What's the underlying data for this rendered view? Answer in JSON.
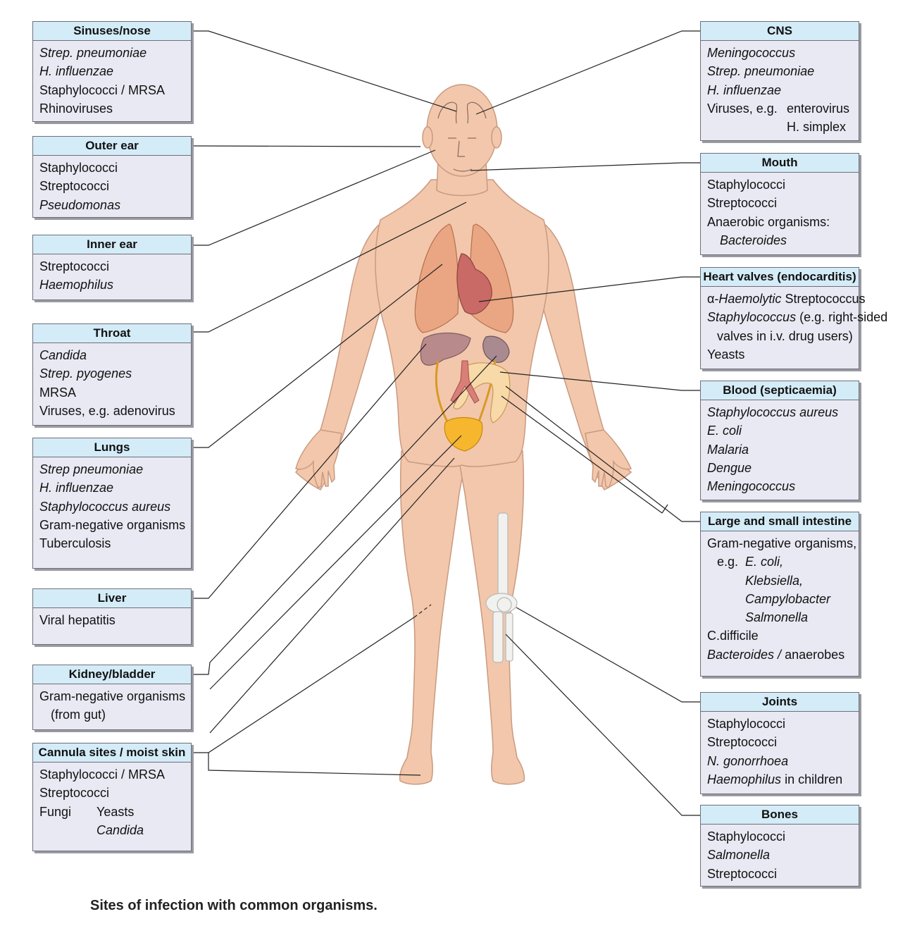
{
  "caption": "Sites of infection with common organisms.",
  "left_boxes": [
    {
      "title": "Sinuses/nose",
      "lines": [
        {
          "t": "Strep. pneumoniae",
          "it": true
        },
        {
          "t": "H. influenzae",
          "it": true
        },
        {
          "t": "Staphylococci / MRSA"
        },
        {
          "t": "Rhinoviruses"
        }
      ]
    },
    {
      "title": "Outer ear",
      "lines": [
        {
          "t": "Staphylococci"
        },
        {
          "t": "Streptococci"
        },
        {
          "t": "Pseudomonas",
          "it": true
        }
      ]
    },
    {
      "title": "Inner ear",
      "lines": [
        {
          "t": "Streptococci"
        },
        {
          "t": "Haemophilus",
          "it": true
        }
      ]
    },
    {
      "title": "Throat",
      "lines": [
        {
          "t": "Candida",
          "it": true
        },
        {
          "t": "Strep. pyogenes",
          "it": true
        },
        {
          "t": "MRSA"
        },
        {
          "t": "Viruses, e.g. adenovirus"
        }
      ]
    },
    {
      "title": "Lungs",
      "lines": [
        {
          "t": "Strep pneumoniae",
          "it": true
        },
        {
          "t": "H. influenzae",
          "it": true
        },
        {
          "t": "Staphylococcus aureus",
          "it": true
        },
        {
          "t": "Gram-negative organisms"
        },
        {
          "t": "Tuberculosis"
        }
      ]
    },
    {
      "title": "Liver",
      "lines": [
        {
          "t": "Viral hepatitis"
        }
      ]
    },
    {
      "title": "Kidney/bladder",
      "lines": [
        {
          "t": "Gram-negative organisms"
        },
        {
          "t": "(from gut)",
          "ind": 16
        }
      ]
    },
    {
      "title": "Cannula sites / moist skin",
      "lines": [
        {
          "t": "Staphylococci / MRSA"
        },
        {
          "t": "Streptococci"
        },
        {
          "t": "Fungi",
          "tab": "Yeasts"
        },
        {
          "t": "Candida",
          "it": true,
          "ind": 81
        }
      ]
    }
  ],
  "right_boxes": [
    {
      "title": "CNS",
      "lines": [
        {
          "t": "Meningococcus",
          "it": true
        },
        {
          "t": "Strep. pneumoniae",
          "it": true
        },
        {
          "t": "H. influenzae",
          "it": true
        },
        {
          "t": "Viruses, e.g.",
          "tab": "enterovirus"
        },
        {
          "t": "H. simplex",
          "ind": 113
        }
      ]
    },
    {
      "title": "Mouth",
      "lines": [
        {
          "t": "Staphylococci"
        },
        {
          "t": "Streptococci"
        },
        {
          "t": "Anaerobic organisms:"
        },
        {
          "t": "Bacteroides",
          "it": true,
          "ind": 18
        }
      ]
    },
    {
      "title": "Heart valves (endocarditis)",
      "lines": [
        {
          "pre": "α-",
          "t": "Haemolytic",
          "it": true,
          "post": " Streptococcus"
        },
        {
          "t": "Staphylococcus",
          "it": true,
          "post": " (e.g. right-sided"
        },
        {
          "t": "valves in i.v. drug users)",
          "ind": 14
        },
        {
          "t": "Yeasts"
        }
      ]
    },
    {
      "title": "Blood (septicaemia)",
      "lines": [
        {
          "t": "Staphylococcus aureus",
          "it": true
        },
        {
          "t": "E. coli",
          "it": true
        },
        {
          "t": "Malaria",
          "it": true
        },
        {
          "t": "Dengue",
          "it": true
        },
        {
          "t": "Meningococcus",
          "it": true
        }
      ]
    },
    {
      "title": "Large and small intestine",
      "lines": [
        {
          "t": "Gram-negative organisms,"
        },
        {
          "pre": "e.g.  ",
          "t": "E. coli,",
          "it": true,
          "ind": 14
        },
        {
          "t": "Klebsiella,",
          "it": true,
          "ind": 54
        },
        {
          "t": "Campylobacter",
          "it": true,
          "ind": 54
        },
        {
          "t": "Salmonella",
          "it": true,
          "ind": 54
        },
        {
          "t": "C.difficile"
        },
        {
          "t": "Bacteroides /",
          "it": true,
          "post": " anaerobes"
        }
      ]
    },
    {
      "title": "Joints",
      "lines": [
        {
          "t": "Staphylococci"
        },
        {
          "t": "Streptococci"
        },
        {
          "t": "N. gonorrhoea",
          "it": true
        },
        {
          "t": "Haemophilus",
          "it": true,
          "post": " in children"
        }
      ]
    },
    {
      "title": "Bones",
      "lines": [
        {
          "t": "Staphylococci"
        },
        {
          "t": "Salmonella",
          "it": true
        },
        {
          "t": "Streptococci"
        }
      ]
    }
  ],
  "colors": {
    "skin": "#f2c7ab",
    "skin_edge": "#c99a80",
    "lung": "#eaa582",
    "heart": "#c96a66",
    "liver": "#b98a8c",
    "kidney": "#a98a90",
    "bladder": "#f6b62e",
    "bone": "#f1f1ef",
    "box": "#e9e9f4",
    "header": "#d4ecf8"
  }
}
